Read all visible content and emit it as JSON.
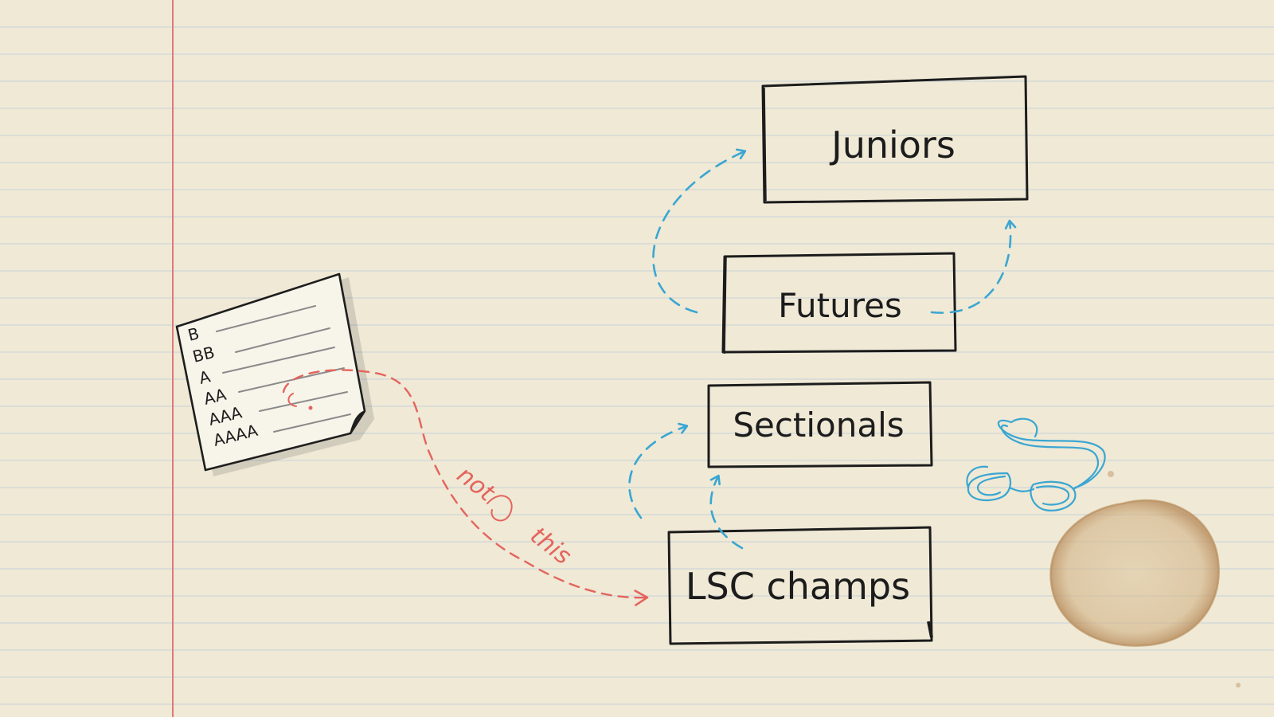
{
  "diagram": {
    "levels": [
      {
        "id": "juniors",
        "label": "Juniors"
      },
      {
        "id": "futures",
        "label": "Futures"
      },
      {
        "id": "sectionals",
        "label": "Sectionals"
      },
      {
        "id": "lsc",
        "label": "LSC champs"
      }
    ],
    "grade_card": {
      "items": [
        "B",
        "BB",
        "A",
        "AA",
        "AAA",
        "AAAA"
      ]
    },
    "annotation": {
      "word1": "not",
      "word2": "this"
    },
    "colors": {
      "paper": "#efe9d6",
      "rule_line": "#c9d4dc",
      "margin_line": "#e07a78",
      "ink": "#1c1c1c",
      "blue_arrow": "#3aa6d2",
      "red_arrow": "#e4645c",
      "coffee_stain": "#c8a47a"
    },
    "icons": [
      "swim-goggles-icon",
      "coffee-stain"
    ]
  }
}
